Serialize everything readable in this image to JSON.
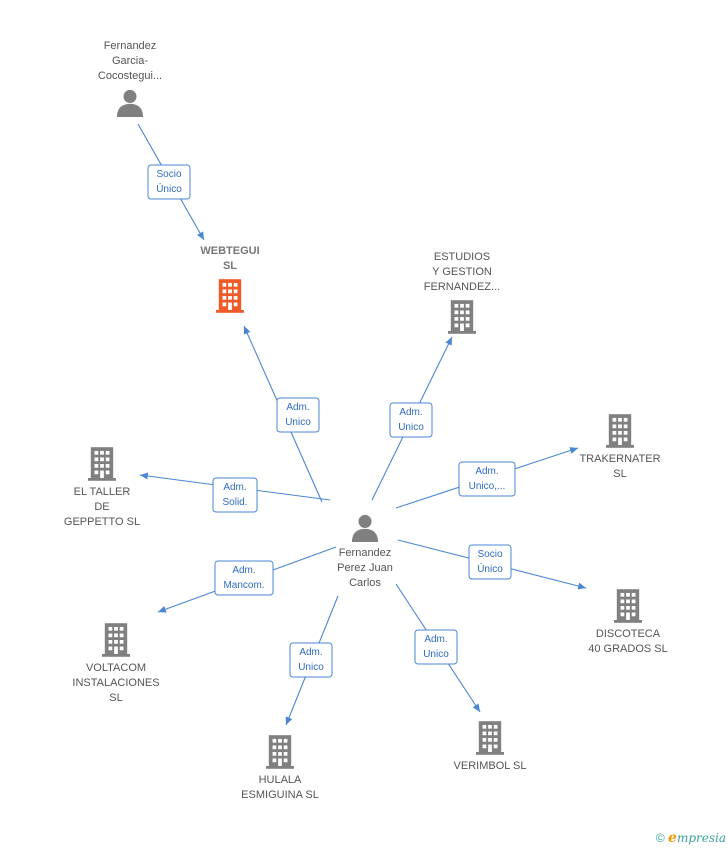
{
  "colors": {
    "edge": "#4a86d4",
    "company": "#808080",
    "company_highlight": "#f05a28",
    "person": "#808080"
  },
  "nodes": [
    {
      "id": "fgc",
      "type": "person",
      "lines": [
        "Fernandez",
        "Garcia-",
        "Cocostegui..."
      ]
    },
    {
      "id": "webtegui",
      "type": "company-highlight",
      "lines": [
        "WEBTEGUI",
        "SL"
      ]
    },
    {
      "id": "estudios",
      "type": "company",
      "lines": [
        "ESTUDIOS",
        "Y GESTION",
        "FERNANDEZ..."
      ]
    },
    {
      "id": "trakernater",
      "type": "company",
      "lines": [
        "TRAKERNATER",
        "SL"
      ]
    },
    {
      "id": "taller",
      "type": "company",
      "lines": [
        "EL TALLER",
        "DE",
        "GEPPETTO SL"
      ]
    },
    {
      "id": "fpjc",
      "type": "person",
      "lines": [
        "Fernandez",
        "Perez Juan",
        "Carlos"
      ]
    },
    {
      "id": "discoteca",
      "type": "company",
      "lines": [
        "DISCOTECA",
        "40 GRADOS  SL"
      ]
    },
    {
      "id": "voltacom",
      "type": "company",
      "lines": [
        "VOLTACOM",
        "INSTALACIONES",
        "SL"
      ]
    },
    {
      "id": "hulala",
      "type": "company",
      "lines": [
        "HULALA",
        "ESMIGUINA SL"
      ]
    },
    {
      "id": "verimbol",
      "type": "company",
      "lines": [
        "VERIMBOL SL"
      ]
    }
  ],
  "edges": [
    {
      "from": "fgc",
      "to": "webtegui",
      "lines": [
        "Socio",
        "Único"
      ]
    },
    {
      "from": "fpjc",
      "to": "webtegui",
      "lines": [
        "Adm.",
        "Unico"
      ]
    },
    {
      "from": "fpjc",
      "to": "estudios",
      "lines": [
        "Adm.",
        "Unico"
      ]
    },
    {
      "from": "fpjc",
      "to": "trakernater",
      "lines": [
        "Adm.",
        "Unico,..."
      ]
    },
    {
      "from": "fpjc",
      "to": "taller",
      "lines": [
        "Adm.",
        "Solid."
      ]
    },
    {
      "from": "fpjc",
      "to": "discoteca",
      "lines": [
        "Socio",
        "Único"
      ]
    },
    {
      "from": "fpjc",
      "to": "voltacom",
      "lines": [
        "Adm.",
        "Mancom."
      ]
    },
    {
      "from": "fpjc",
      "to": "hulala",
      "lines": [
        "Adm.",
        "Unico"
      ]
    },
    {
      "from": "fpjc",
      "to": "verimbol",
      "lines": [
        "Adm.",
        "Unico"
      ]
    }
  ],
  "footer": {
    "copyright": "©",
    "brand_initial": "e",
    "brand_rest": "mpresia"
  }
}
